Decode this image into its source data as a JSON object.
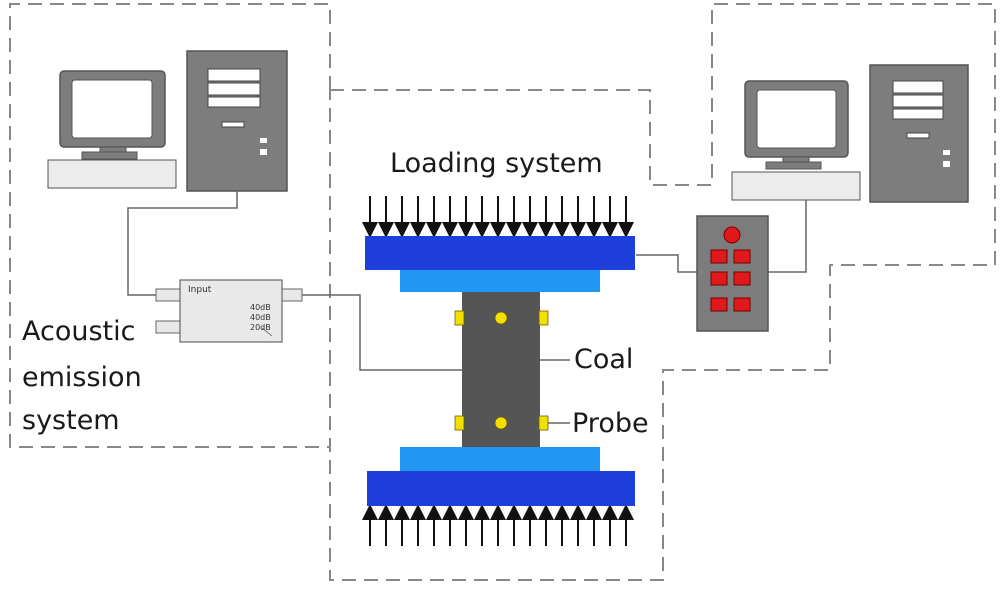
{
  "labels": {
    "loading_system": "Loading system",
    "acoustic_line1": "Acoustic",
    "acoustic_line2": "emission",
    "acoustic_line3": "system",
    "coal": "Coal",
    "probe": "Probe"
  },
  "amplifier": {
    "input_label": "Input",
    "gain_1": "40dB",
    "gain_2": "40dB",
    "gain_3": "20dB"
  },
  "colors": {
    "platen": "#1f3fdc",
    "platen_base": "#2196f3",
    "specimen": "#555555",
    "probe_dot": "#f2e000",
    "control_button": "#e01a1a",
    "control_box": "#7c7c7c",
    "computer": "#7c7c7c",
    "dashed_border": "#888888"
  },
  "icons": [
    "computer-icon",
    "tower-icon",
    "amplifier-icon",
    "control-box-icon",
    "arrow-icon"
  ]
}
